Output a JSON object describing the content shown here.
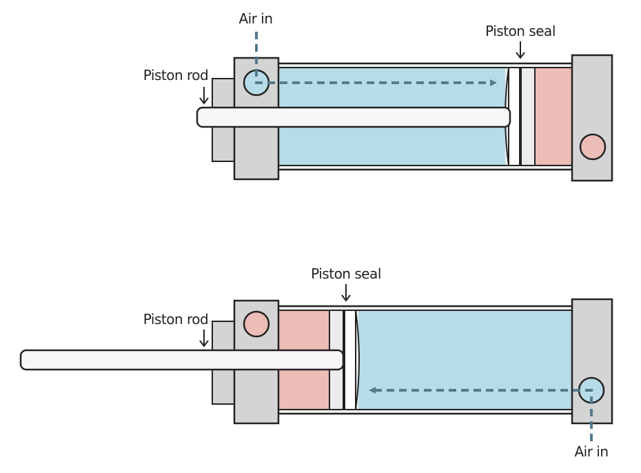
{
  "diagram1": {
    "air_in_label": "Air in",
    "piston_seal_label": "Piston seal",
    "piston_rod_label": "Piston rod"
  },
  "diagram2": {
    "air_in_label": "Air in",
    "piston_seal_label": "Piston seal",
    "piston_rod_label": "Piston rod"
  },
  "colors": {
    "pressurized_air": "#b8dbe8",
    "exhaust_side": "#ecbcb6",
    "cap_gray": "#d4d4d4",
    "rod_white": "#f7f7f7",
    "flow_arrow": "#557a8c",
    "outline": "#222222"
  }
}
